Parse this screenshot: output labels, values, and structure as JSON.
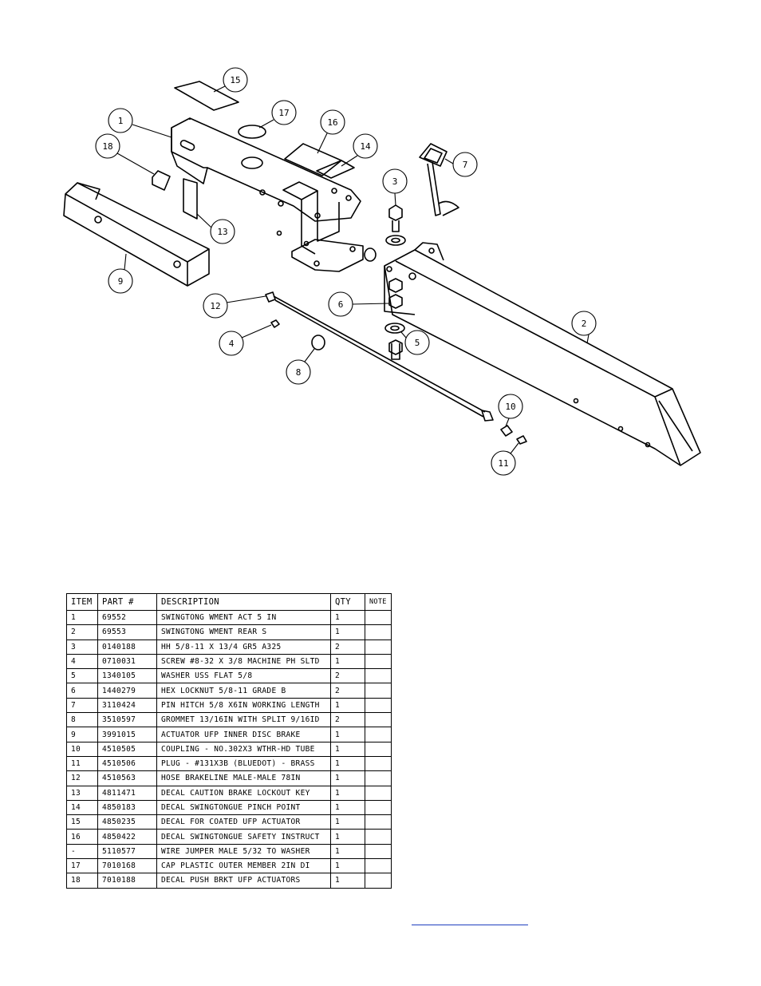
{
  "balloons": [
    "1",
    "2",
    "3",
    "4",
    "5",
    "6",
    "7",
    "8",
    "9",
    "10",
    "11",
    "12",
    "13",
    "14",
    "15",
    "16",
    "17",
    "18"
  ],
  "table": {
    "headers": [
      "ITEM",
      "PART #",
      "DESCRIPTION",
      "QTY",
      "NOTE"
    ],
    "rows": [
      {
        "item": "1",
        "part": "69552",
        "desc": "SWINGTONG WMENT ACT 5 IN",
        "qty": "1",
        "note": ""
      },
      {
        "item": "2",
        "part": "69553",
        "desc": "SWINGTONG WMENT REAR S",
        "qty": "1",
        "note": ""
      },
      {
        "item": "3",
        "part": "0140188",
        "desc": "HH 5/8-11 X 13/4  GR5 A325",
        "qty": "2",
        "note": ""
      },
      {
        "item": "4",
        "part": "0710031",
        "desc": "SCREW #8-32 X 3/8 MACHINE PH SLTD",
        "qty": "1",
        "note": ""
      },
      {
        "item": "5",
        "part": "1340105",
        "desc": "WASHER USS FLAT 5/8",
        "qty": "2",
        "note": ""
      },
      {
        "item": "6",
        "part": "1440279",
        "desc": "HEX LOCKNUT 5/8-11 GRADE B",
        "qty": "2",
        "note": ""
      },
      {
        "item": "7",
        "part": "3110424",
        "desc": "PIN HITCH 5/8 X6IN WORKING LENGTH",
        "qty": "1",
        "note": ""
      },
      {
        "item": "8",
        "part": "3510597",
        "desc": "GROMMET 13/16IN  WITH SPLIT 9/16ID",
        "qty": "2",
        "note": ""
      },
      {
        "item": "9",
        "part": "3991015",
        "desc": "ACTUATOR UFP INNER  DISC BRAKE",
        "qty": "1",
        "note": ""
      },
      {
        "item": "10",
        "part": "4510505",
        "desc": "COUPLING - NO.302X3 WTHR-HD TUBE",
        "qty": "1",
        "note": ""
      },
      {
        "item": "11",
        "part": "4510506",
        "desc": "PLUG - #131X3B (BLUEDOT) - BRASS",
        "qty": "1",
        "note": ""
      },
      {
        "item": "12",
        "part": "4510563",
        "desc": "HOSE BRAKELINE MALE-MALE 78IN",
        "qty": "1",
        "note": ""
      },
      {
        "item": "13",
        "part": "4811471",
        "desc": "DECAL CAUTION BRAKE LOCKOUT KEY",
        "qty": "1",
        "note": ""
      },
      {
        "item": "14",
        "part": "4850183",
        "desc": "DECAL SWINGTONGUE PINCH POINT",
        "qty": "1",
        "note": ""
      },
      {
        "item": "15",
        "part": "4850235",
        "desc": "DECAL FOR COATED UFP ACTUATOR",
        "qty": "1",
        "note": ""
      },
      {
        "item": "16",
        "part": "4850422",
        "desc": "DECAL SWINGTONGUE SAFETY INSTRUCT",
        "qty": "1",
        "note": ""
      },
      {
        "item": "-",
        "part": "5110577",
        "desc": "WIRE JUMPER MALE 5/32 TO WASHER",
        "qty": "1",
        "note": ""
      },
      {
        "item": "17",
        "part": "7010168",
        "desc": "CAP  PLASTIC OUTER MEMBER 2IN DI",
        "qty": "1",
        "note": ""
      },
      {
        "item": "18",
        "part": "7010188",
        "desc": "DECAL PUSH BRKT UFP ACTUATORS",
        "qty": "1",
        "note": ""
      }
    ]
  },
  "colors": {
    "line": "#000000",
    "link": "#1f3fbf"
  }
}
